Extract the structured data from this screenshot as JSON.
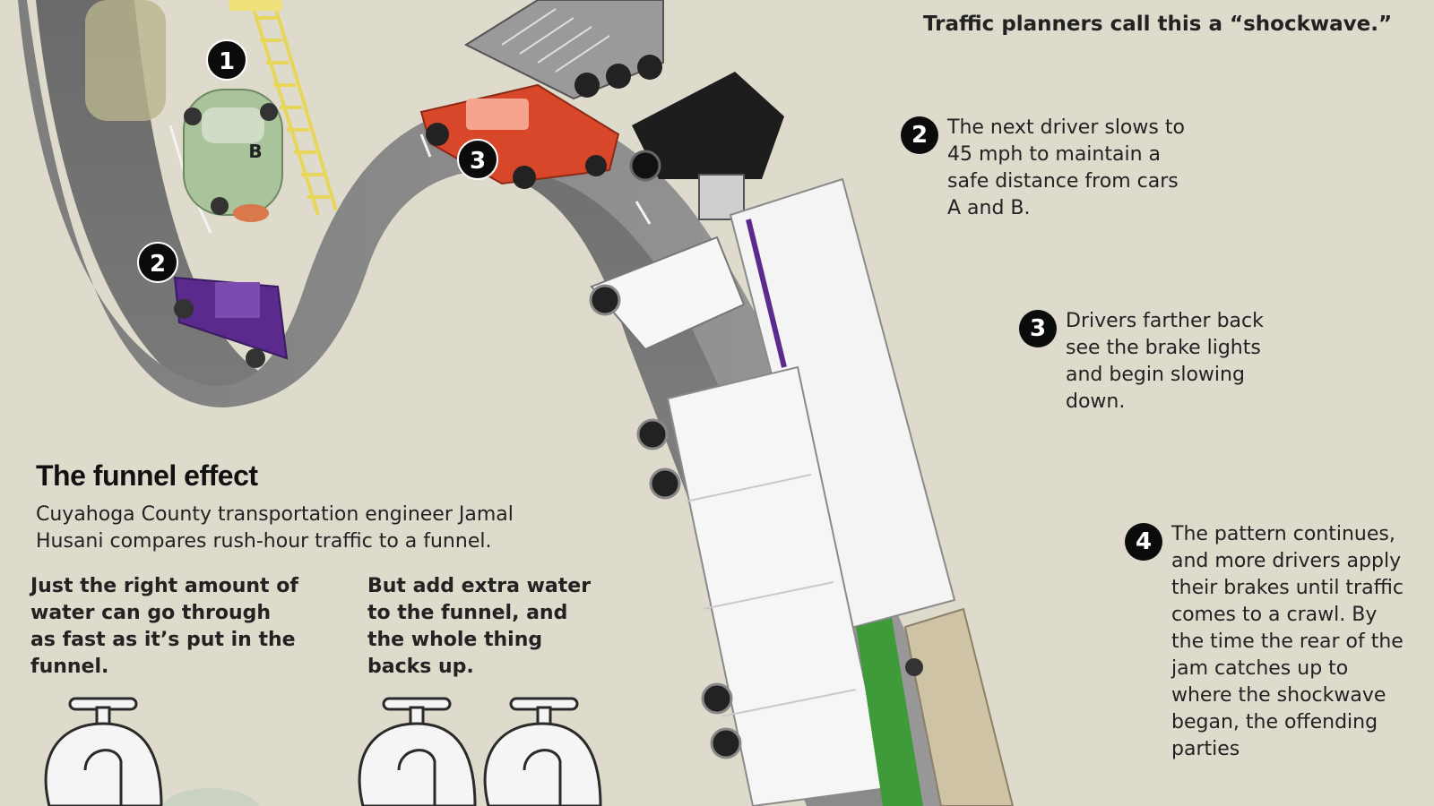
{
  "top_caption": "Traffic planners call this a “shockwave.”",
  "road_markers": {
    "car_b_letter": "B",
    "n1": "1",
    "n2": "2",
    "n3": "3"
  },
  "steps": [
    {
      "number": "2",
      "text": "The next driver slows to 45 mph to maintain a safe distance from cars A and B."
    },
    {
      "number": "3",
      "text": "Drivers farther back see the brake lights and begin slowing down."
    },
    {
      "number": "4",
      "text": "The pattern continues, and more drivers apply their brakes until traffic comes to a crawl. By the time the rear of the jam catches up to where the shockwave began, the offending parties"
    }
  ],
  "funnel": {
    "title": "The funnel effect",
    "intro": "Cuyahoga County transportation engineer Jamal Husani compares rush-hour traffic to a funnel.",
    "left_caption": "Just the right amount of water can go through as fast as it’s put in the funnel.",
    "right_caption": "But add extra water to the funnel, and the whole thing backs up."
  },
  "colors": {
    "background": "#dedbcc",
    "road": "#8f8f8f",
    "road_side": "#6c6c6c",
    "pickup_red": "#d9472b",
    "pickup_purple": "#5a2a8c",
    "car_green": "#a9c39a",
    "truck_white": "#f4f4f4",
    "badge": "#0b0b0b"
  },
  "icons": [
    "faucet-icon",
    "faucet-icon",
    "faucet-icon"
  ]
}
